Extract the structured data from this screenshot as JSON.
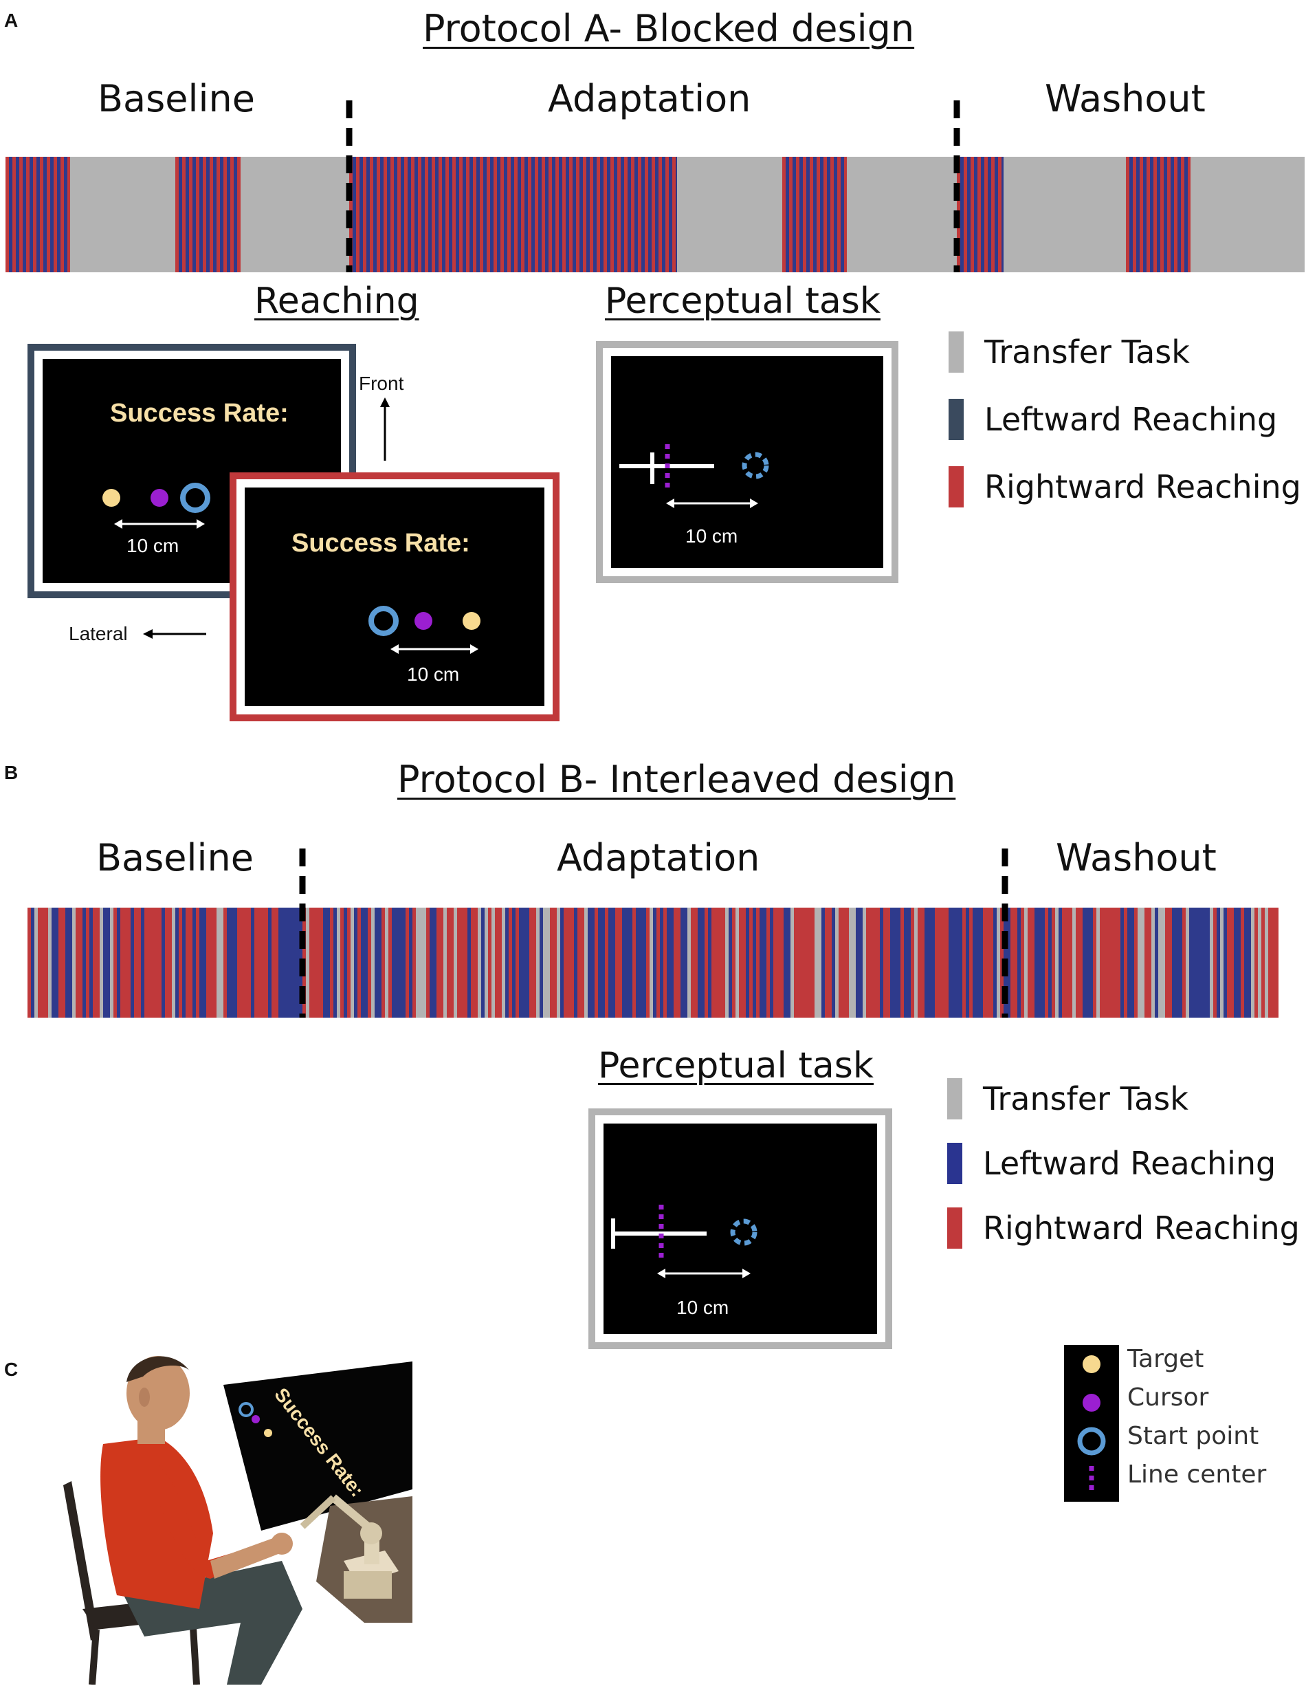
{
  "panels": {
    "a_letter": "A",
    "b_letter": "B",
    "c_letter": "C"
  },
  "colors": {
    "transfer": "#b3b3b3",
    "leftward": "#2e3a8c",
    "rightward": "#c0393b",
    "leftward_legend_a": "#3a4a5e",
    "leftward_legend_b": "#2a3490",
    "target": "#f7d98f",
    "cursor": "#9b1fd1",
    "start_point": "#5b9bd5"
  },
  "protocol_a": {
    "title": "Protocol A- Blocked design",
    "phases": [
      "Baseline",
      "Adaptation",
      "Washout"
    ],
    "reaching_title": "Reaching",
    "perceptual_title": "Perceptual task",
    "legend": [
      "Transfer Task",
      "Leftward Reaching",
      "Rightward Reaching"
    ],
    "screen_left": {
      "success_rate": "Success Rate:",
      "distance": "10 cm"
    },
    "screen_right": {
      "success_rate": "Success Rate:",
      "distance": "10 cm"
    },
    "perceptual_distance": "10 cm",
    "front_label": "Front",
    "lateral_label": "Lateral"
  },
  "protocol_b": {
    "title": "Protocol B- Interleaved design",
    "phases": [
      "Baseline",
      "Adaptation",
      "Washout"
    ],
    "perceptual_title": "Perceptual task",
    "legend": [
      "Transfer Task",
      "Leftward Reaching",
      "Rightward Reaching"
    ],
    "perceptual_distance": "10 cm"
  },
  "symbol_legend": {
    "items": [
      "Target",
      "Cursor",
      "Start point",
      "Line center"
    ]
  },
  "panel_c": {
    "screen_text": "Success Rate:"
  }
}
